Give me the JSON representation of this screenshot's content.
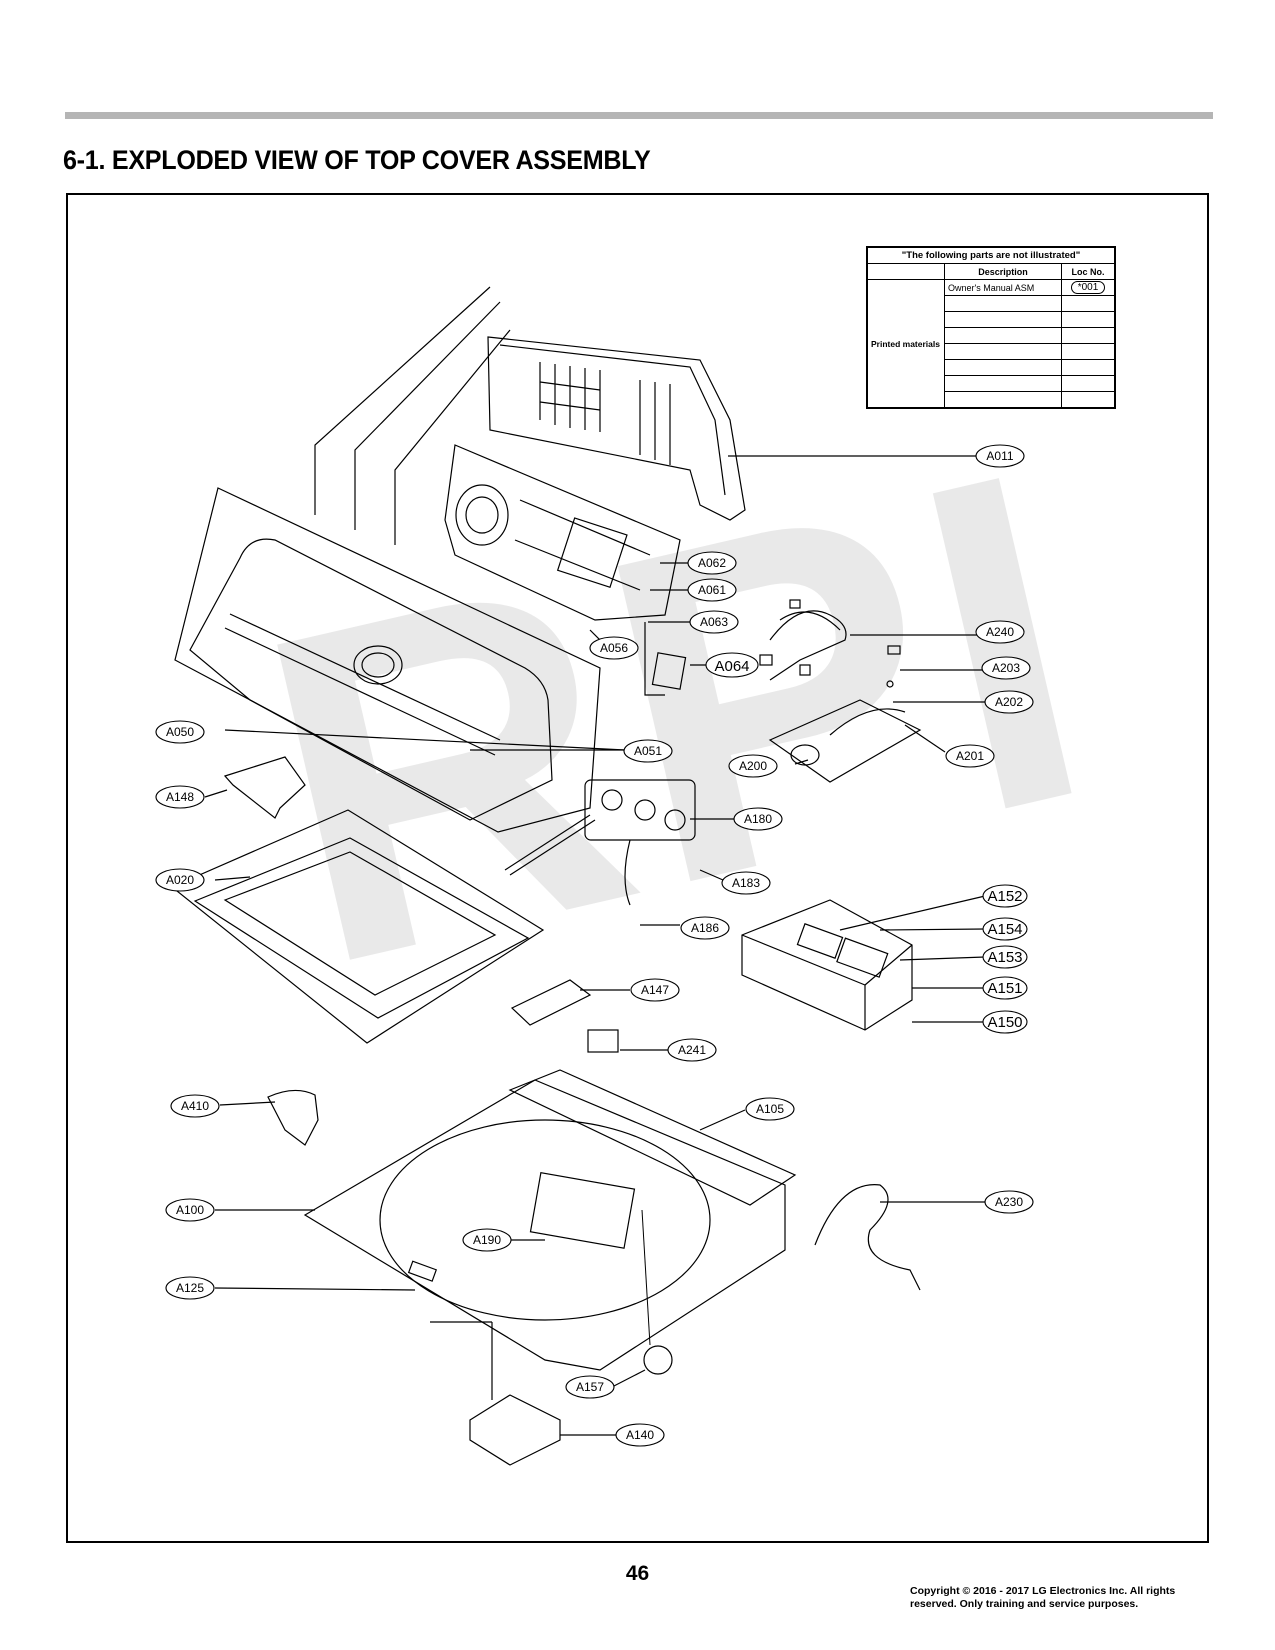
{
  "header": {
    "title": "6-1. EXPLODED VIEW OF TOP COVER ASSEMBLY"
  },
  "watermark": "RPI",
  "not_illustrated_table": {
    "heading": "\"The following parts are not illustrated\"",
    "col_description": "Description",
    "col_loc": "Loc No.",
    "category": "Printed materials",
    "rows": [
      {
        "description": "Owner's Manual ASM",
        "loc": "*001"
      }
    ]
  },
  "callouts": {
    "A011": "A011",
    "A062": "A062",
    "A061": "A061",
    "A063": "A063",
    "A056": "A056",
    "A064": "A064",
    "A240": "A240",
    "A203": "A203",
    "A202": "A202",
    "A201": "A201",
    "A200": "A200",
    "A050": "A050",
    "A051": "A051",
    "A148": "A148",
    "A180": "A180",
    "A183": "A183",
    "A020": "A020",
    "A186": "A186",
    "A152": "A152",
    "A154": "A154",
    "A153": "A153",
    "A151": "A151",
    "A150": "A150",
    "A147": "A147",
    "A241": "A241",
    "A410": "A410",
    "A105": "A105",
    "A100": "A100",
    "A230": "A230",
    "A190": "A190",
    "A125": "A125",
    "A157": "A157",
    "A140": "A140"
  },
  "footer": {
    "page_number": "46",
    "copyright_line1": "Copyright © 2016 - 2017 LG Electronics Inc. All rights",
    "copyright_line2": "reserved. Only training and service purposes."
  }
}
